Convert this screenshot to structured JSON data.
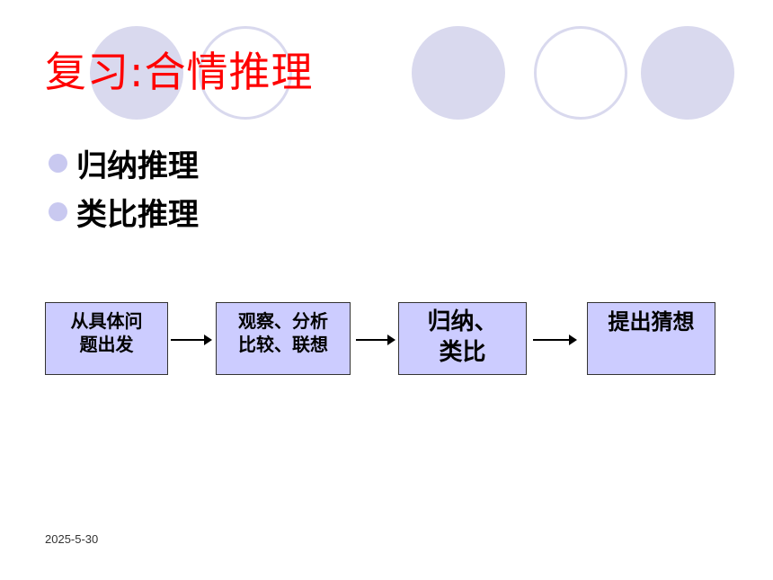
{
  "slide": {
    "title": "复习:合情推理",
    "bullets": [
      {
        "label": "归纳推理"
      },
      {
        "label": "类比推理"
      }
    ],
    "flow": [
      {
        "lines": [
          "从具体问",
          "题出发"
        ]
      },
      {
        "lines": [
          "观察、分析",
          "比较、联想"
        ]
      },
      {
        "lines": [
          "归纳、",
          "类比"
        ]
      },
      {
        "lines": [
          "提出猜想"
        ]
      }
    ],
    "date": "2025-5-30"
  },
  "colors": {
    "title": "#ff0000",
    "circle": "#d9d9ee",
    "bullet": "#c9c9f0",
    "box_fill": "#ccccff"
  }
}
